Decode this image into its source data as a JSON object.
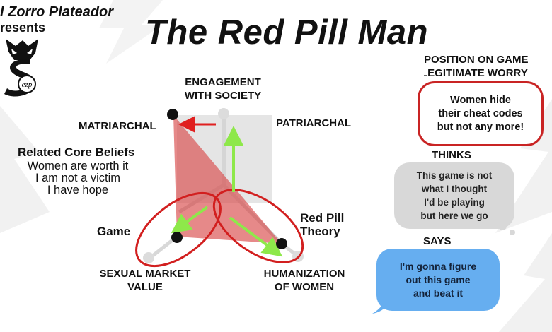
{
  "header": {
    "presenter_line1": "l Zorro Plateador",
    "presenter_line2": "resents",
    "logo_text": "ezp"
  },
  "title": "The Red Pill Man",
  "diagram": {
    "axis_top": [
      "ENGAGEMENT",
      "WITH SOCIETY"
    ],
    "left_label": "MATRIARCHAL",
    "right_label": "PATRIARCHAL",
    "game_label": "Game",
    "theory_label": [
      "Red Pill",
      "Theory"
    ],
    "bottom_left": [
      "SEXUAL MARKET",
      "VALUE"
    ],
    "bottom_right": [
      "HUMANIZATION",
      "OF WOMEN"
    ],
    "colors": {
      "arrow_red": "#e02020",
      "arrow_green": "#8ee84a",
      "triangle": "#d94a4a",
      "ellipse": "#d21f1f"
    }
  },
  "beliefs": {
    "heading": "Related Core Beliefs",
    "items": [
      "Women are worth it",
      "I am not a victim",
      "I have hope"
    ]
  },
  "position": {
    "heading": [
      "POSITION ON GAME",
      "LEGITIMATE WORRY"
    ],
    "worry": [
      "Women hide",
      "their cheat codes",
      "but not any more!"
    ]
  },
  "thinks": {
    "label": "THINKS",
    "text": [
      "This game is not",
      "what I thought",
      "I'd be playing",
      "but here we go"
    ]
  },
  "says": {
    "label": "SAYS",
    "text": [
      "I'm gonna figure",
      "out this game",
      "and beat it"
    ]
  }
}
